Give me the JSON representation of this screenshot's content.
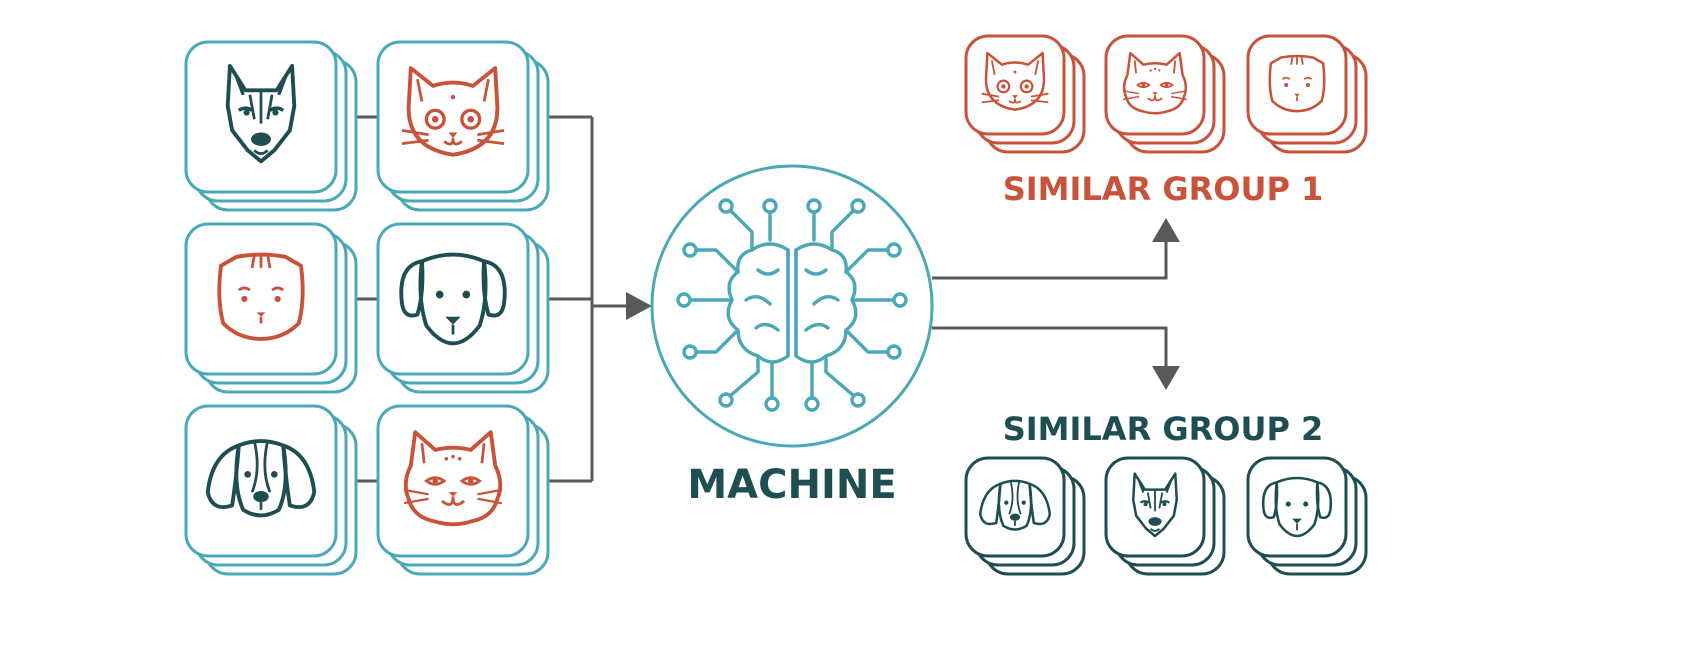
{
  "colors": {
    "teal": "#4ba8b6",
    "dark": "#1f4e52",
    "orange": "#c9533a",
    "arrow": "#58595b",
    "card_bg": "#ffffff"
  },
  "labels": {
    "machine": "MACHINE",
    "group1": "SIMILAR GROUP 1",
    "group2": "SIMILAR GROUP 2"
  },
  "input_cards": [
    {
      "icon": "shepherd-dog-icon",
      "stroke": "dark"
    },
    {
      "icon": "cat-face-icon",
      "stroke": "orange"
    },
    {
      "icon": "round-cat-icon",
      "stroke": "orange"
    },
    {
      "icon": "floppy-ear-dog-icon",
      "stroke": "dark"
    },
    {
      "icon": "beagle-dog-icon",
      "stroke": "dark"
    },
    {
      "icon": "fluffy-cat-icon",
      "stroke": "orange"
    }
  ],
  "group1_cards": [
    {
      "icon": "cat-face-icon",
      "stroke": "orange"
    },
    {
      "icon": "fluffy-cat-icon",
      "stroke": "orange"
    },
    {
      "icon": "round-cat-icon",
      "stroke": "orange"
    }
  ],
  "group2_cards": [
    {
      "icon": "beagle-dog-icon",
      "stroke": "dark"
    },
    {
      "icon": "shepherd-dog-icon",
      "stroke": "dark"
    },
    {
      "icon": "floppy-ear-dog-icon",
      "stroke": "dark"
    }
  ],
  "machine_icon": "brain-circuit-icon"
}
